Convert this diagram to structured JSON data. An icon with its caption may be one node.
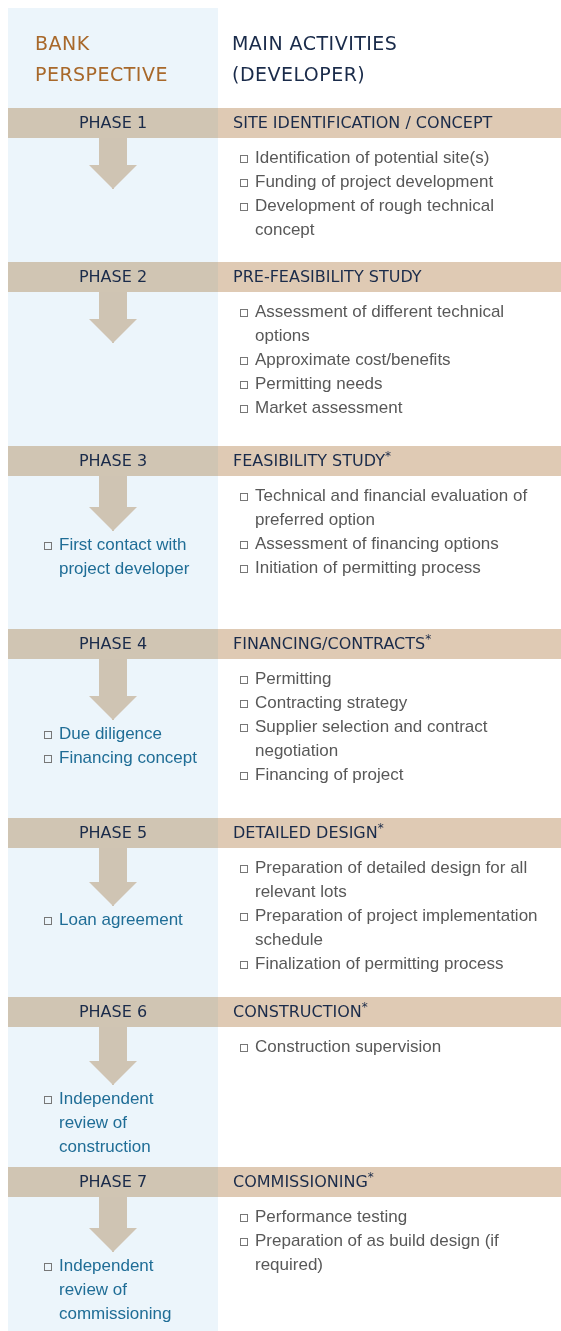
{
  "diagram": {
    "nodes": [
      {
        "text": [
          "PHASE 1"
        ]
      },
      {
        "text": [
          "SITE IDENTIFICATION / CONCEPT"
        ],
        "beside": [
          "Identification of potential site(s)",
          "Funding of project development",
          "Development of rough technical concept"
        ]
      },
      {
        "text": [
          "PHASE 2"
        ]
      },
      {
        "text": [
          "PRE-FEASIBILITY STUDY"
        ],
        "beside": [
          "Assessment of different technical options",
          "Approximate cost/benefits",
          "Permitting needs",
          "Market assessment"
        ]
      },
      {
        "text": [
          "PHASE 3"
        ]
      },
      {
        "text": [
          "FEASIBILITY STUDY$^{*}$"
        ],
        "beside": [
          "Technical and financial evaluation of preferred option",
          "Assessment of financing options",
          "Initiation of permitting process"
        ]
      },
      {
        "text": [
          "First contact with project developer"
        ]
      },
      {
        "text": [
          "PHASE 4"
        ]
      },
      {
        "text": [
          "FINANCING/CONTRACTS$^{*}$"
        ],
        "beside": [
          "Permitting",
          "Contracting strategy",
          "Supplier selection and contract negotiation",
          "Financing of project"
        ]
      },
      {
        "text": [
          "Due diligence",
          "Financing concept"
        ]
      },
      {
        "text": [
          "PHASE 5"
        ]
      },
      {
        "text": [
          "DETAILED DESIGN$^{*}$"
        ],
        "beside": [
          "Preparation of detailed design for all relevant lots",
          "Preparation of project implementation schedule",
          "Finalization of permitting process"
        ]
      },
      {
        "text": [
          "Loan agreement"
        ]
      },
      {
        "text": [
          "PHASE 6"
        ]
      },
      {
        "text": [
          "CONSTRUCTION$^{*}$"
        ],
        "beside": [
          "Construction supervision"
        ]
      },
      {
        "text": [
          "Independent review of construction"
        ]
      },
      {
        "text": [
          "PHASE 7"
        ]
      },
      {
        "text": [
          "COMMISSIONING$^{*}$"
        ],
        "beside": [
          "Performance testing",
          "Preparation of as build design (if required)"
        ]
      },
      {
        "text": [
          "Independent review of commissioning"
        ]
      }
    ],
    "edges": [
      {
        "from": 0,
        "to": null,
        "arrow": "to"
      },
      {
        "from": 2,
        "to": null,
        "arrow": "to"
      },
      {
        "from": 4,
        "to": 6,
        "arrow": "to"
      },
      {
        "from": 7,
        "to": 9,
        "arrow": "to"
      },
      {
        "from": 10,
        "to": 12,
        "arrow": "to"
      },
      {
        "from": 13,
        "to": 15,
        "arrow": "to"
      },
      {
        "from": 16,
        "to": 18,
        "arrow": "to"
      }
    ],
    "labels": [
      "BANK PERSPECTIVE",
      "MAIN ACTIVITIES (DEVELOPER)"
    ]
  }
}
